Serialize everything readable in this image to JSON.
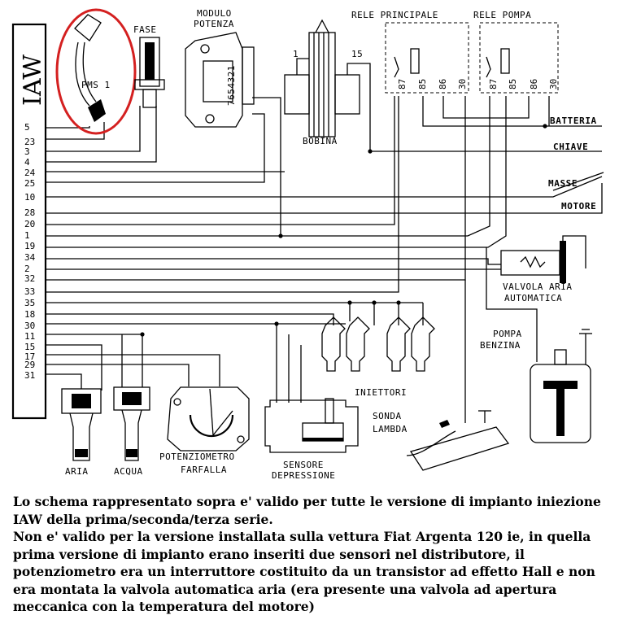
{
  "ecu": {
    "label": "IAW",
    "pins": [
      "5",
      "23",
      "3",
      "4",
      "24",
      "25",
      "10",
      "28",
      "20",
      "1",
      "19",
      "34",
      "2",
      "32",
      "33",
      "35",
      "18",
      "30",
      "11",
      "15",
      "17",
      "29",
      "31"
    ]
  },
  "components": {
    "pms": "PMS 1",
    "fase": "FASE",
    "modulo_line1": "MODULO",
    "modulo_line2": "POTENZA",
    "modulo_pins": "7654321",
    "bobina": "BOBINA",
    "bobina_t1": "1",
    "bobina_t15": "15",
    "rele_principale": "RELE PRINCIPALE",
    "rele_pompa": "RELE POMPA",
    "relay_pins": [
      "87",
      "85",
      "86",
      "30"
    ],
    "batteria": "BATTERIA",
    "chiave": "CHIAVE",
    "masse": "MASSE",
    "motore": "MOTORE",
    "valvola_line1": "VALVOLA ARIA",
    "valvola_line2": "AUTOMATICA",
    "pompa_line1": "POMPA",
    "pompa_line2": "BENZINA",
    "iniettori": "INIETTORI",
    "sonda_line1": "SONDA",
    "sonda_line2": "LAMBDA",
    "aria": "ARIA",
    "acqua": "ACQUA",
    "pot_line1": "POTENZIOMETRO",
    "pot_line2": "FARFALLA",
    "sens_line1": "SENSORE",
    "sens_line2": "DEPRESSIONE"
  },
  "colors": {
    "highlight_circle": "#d42020"
  },
  "caption": [
    "Lo schema rappresentato sopra e' valido per tutte le versione di impianto iniezione IAW della prima/seconda/terza serie.",
    "Non e' valido per la versione installata sulla vettura Fiat Argenta 120 ie, in quella prima versione di impianto erano inseriti due sensori nel distributore, il potenziometro era un interruttore costituito da un transistor ad effetto Hall e non era montata la valvola automatica aria (era presente una valvola ad apertura meccanica con la temperatura del motore)"
  ]
}
